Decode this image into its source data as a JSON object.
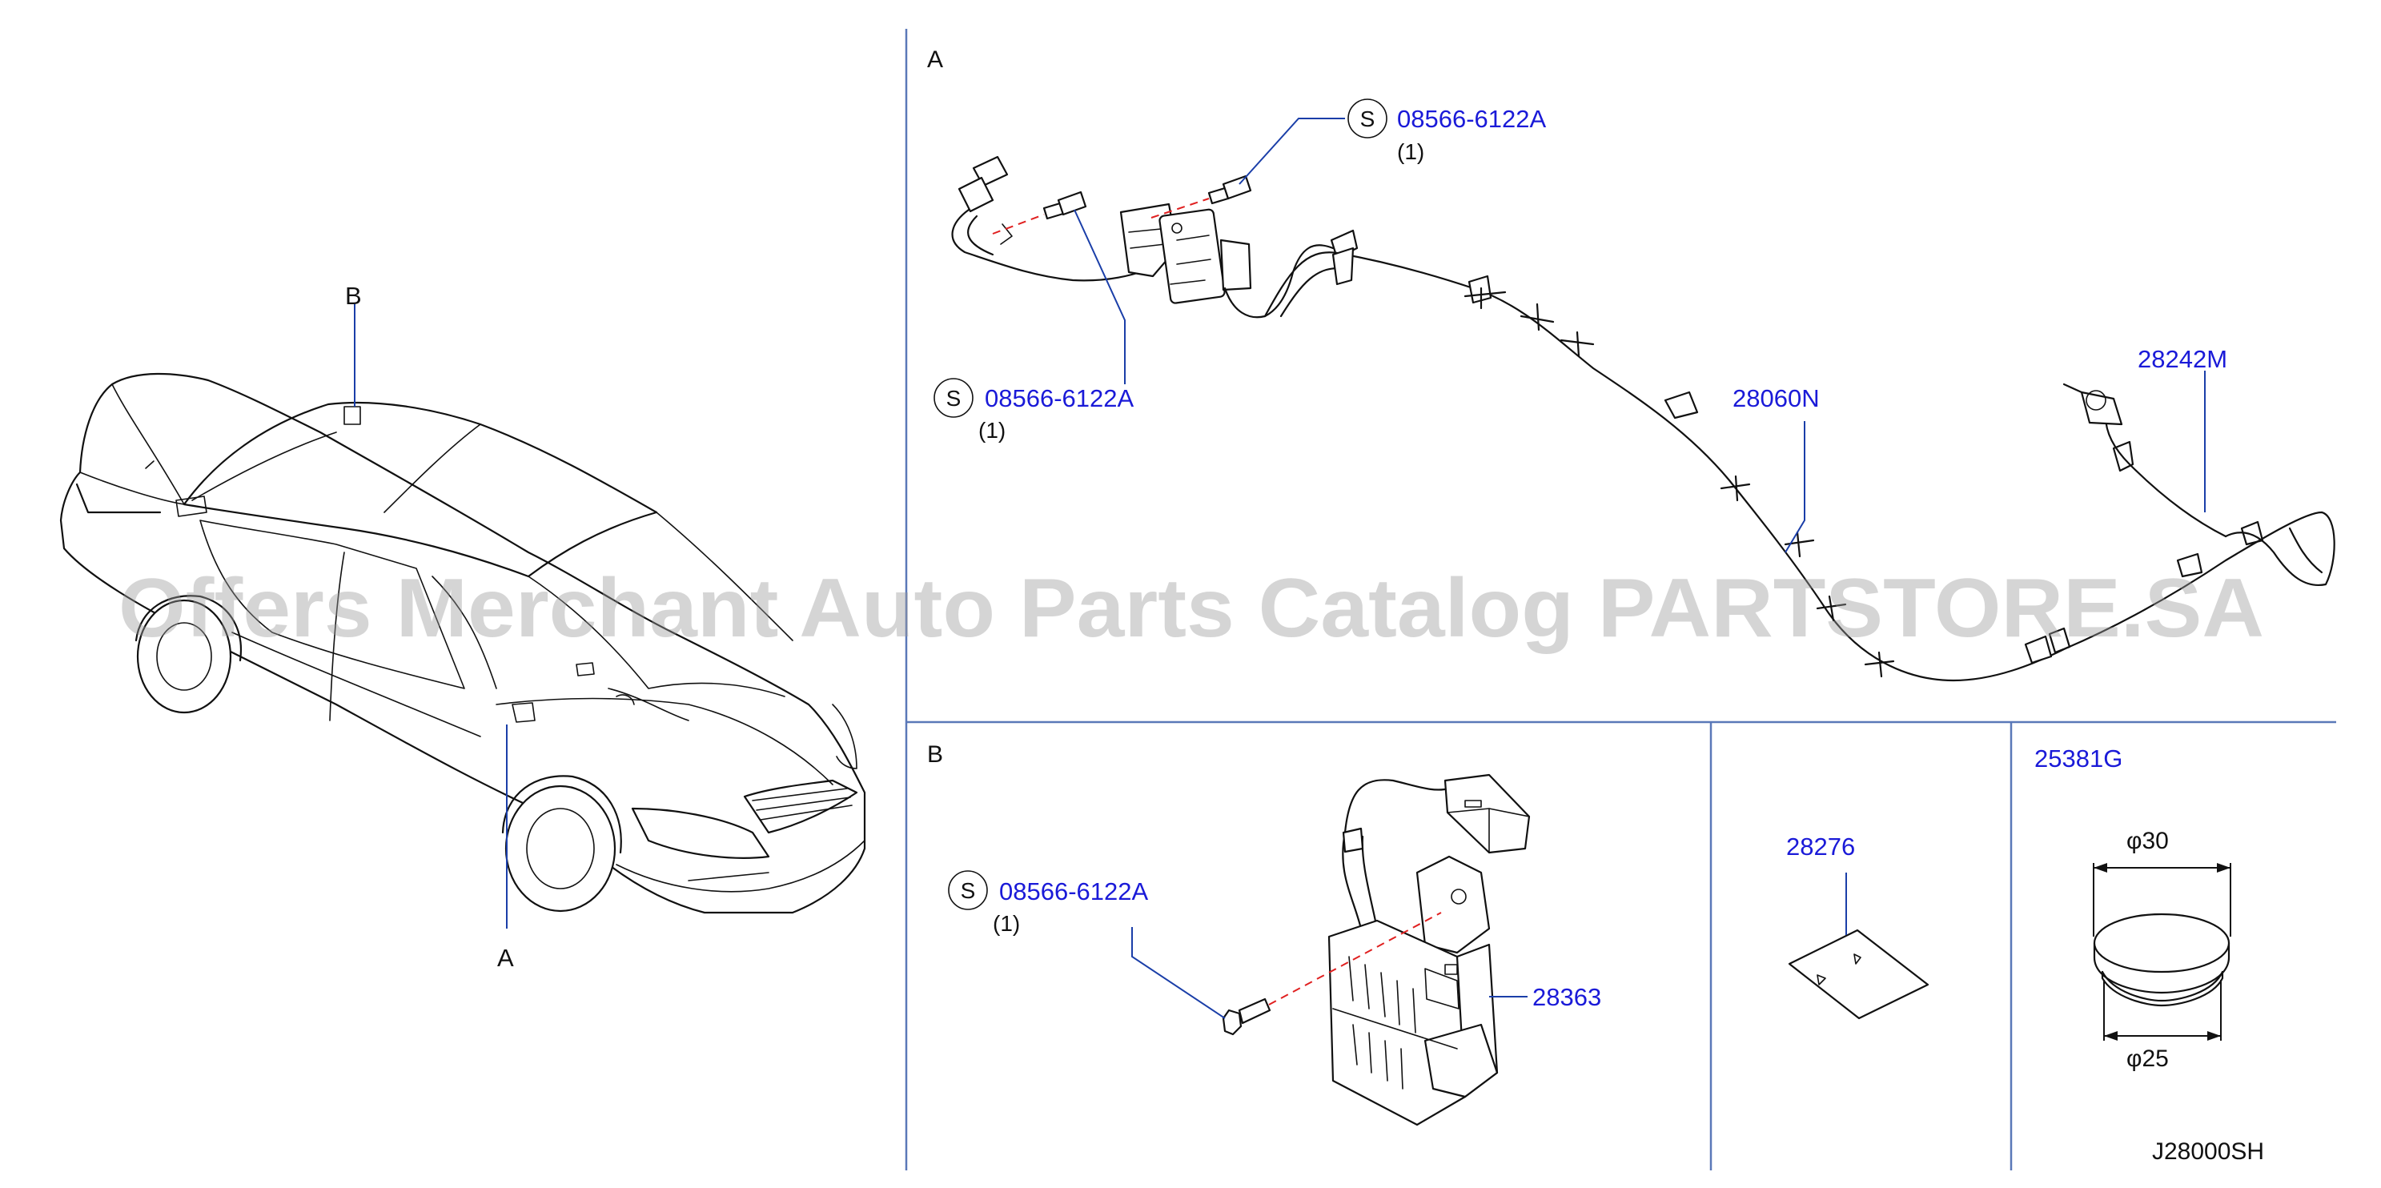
{
  "watermark": "Offers Merchant Auto Parts Catalog PARTSTORE.SA",
  "diagram_code": "J28000SH",
  "overview": {
    "label_a": "A",
    "label_b": "B"
  },
  "sections": {
    "a": "A",
    "b": "B"
  },
  "symbols": {
    "s": "S"
  },
  "parts": {
    "bolt_a_upper": {
      "number": "08566-6122A",
      "qty": "(1)"
    },
    "bolt_a_lower": {
      "number": "08566-6122A",
      "qty": "(1)"
    },
    "bolt_b": {
      "number": "08566-6122A",
      "qty": "(1)"
    },
    "harness": {
      "number": "28060N"
    },
    "cable": {
      "number": "28242M"
    },
    "unit": {
      "number": "28363"
    },
    "label": {
      "number": "28276"
    },
    "plug": {
      "number": "25381G",
      "dim_top": "φ30",
      "dim_bottom": "φ25"
    }
  },
  "colors": {
    "link": "#1a1ad8",
    "divider": "#5a78b8",
    "leader": "#1a3ea8",
    "alignment": "#e02020",
    "watermark": "#9a9a9a"
  }
}
